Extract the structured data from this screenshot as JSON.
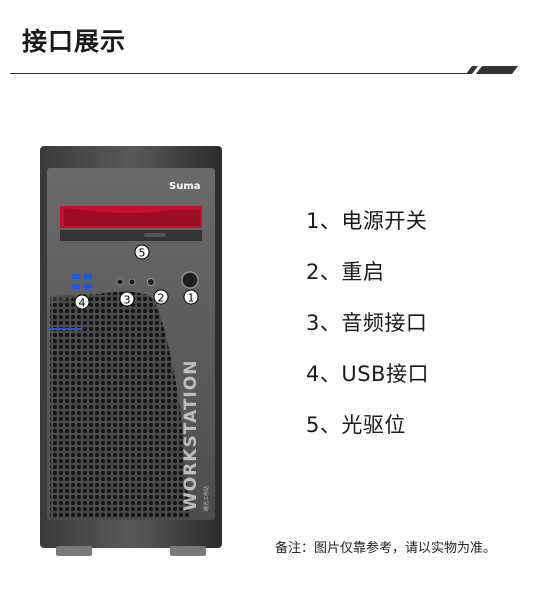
{
  "page": {
    "title": "接口展示"
  },
  "device": {
    "brand": "Suma",
    "side_text": "WORKSTATION",
    "side_subtext": "曙光工作站",
    "callout_numbers": [
      "1",
      "2",
      "3",
      "4",
      "5"
    ]
  },
  "legend": {
    "items": [
      "1、电源开关",
      "2、重启",
      "3、音频接口",
      "4、USB接口",
      "5、光驱位"
    ]
  },
  "note": {
    "text": "备注：图片仅靠参考，请以实物为准。"
  },
  "colors": {
    "accent_red": "#c8102e",
    "usb_blue": "#1f5bd8",
    "case_dark": "#2a2a2a"
  }
}
